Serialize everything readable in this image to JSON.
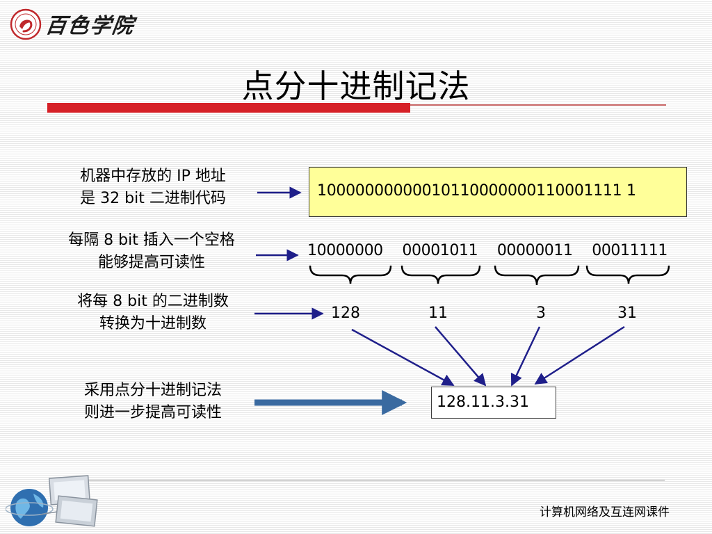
{
  "header": {
    "school_name": "百色学院",
    "seal_icon": "school-seal-icon",
    "title": "点分十进制记法"
  },
  "captions": {
    "row1": [
      "机器中存放的 IP 地址",
      "是 32 bit 二进制代码"
    ],
    "row2": [
      "每隔 8 bit 插入一个空格",
      "能够提高可读性"
    ],
    "row3": [
      "将每 8 bit 的二进制数",
      "转换为十进制数"
    ],
    "row4": [
      "采用点分十进制记法",
      "则进一步提高可读性"
    ]
  },
  "binary_full": "10000000000010110000000110001111 1",
  "octets": [
    "10000000",
    "00001011",
    "00000011",
    "00011111"
  ],
  "decimals": [
    "128",
    "11",
    "3",
    "31"
  ],
  "dotted_decimal": "128.11.3.31",
  "footer": {
    "course": "计算机网络及互连网课件",
    "art_icon": "globe-network-icon"
  },
  "colors": {
    "title_bar": "#d62027",
    "binary_box_fill": "#ffff99",
    "arrow_navy": "#1f1f8a",
    "arrow_blue": "#3a6aa0"
  }
}
